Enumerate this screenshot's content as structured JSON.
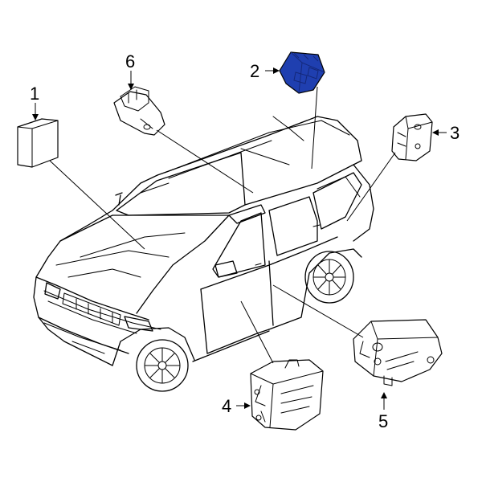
{
  "callouts": [
    {
      "id": "1",
      "label": "1"
    },
    {
      "id": "2",
      "label": "2"
    },
    {
      "id": "3",
      "label": "3"
    },
    {
      "id": "4",
      "label": "4"
    },
    {
      "id": "5",
      "label": "5"
    },
    {
      "id": "6",
      "label": "6"
    }
  ],
  "colors": {
    "highlight": "#1f3fb0",
    "highlight_dark": "#14287a",
    "ink": "#000000",
    "background": "#ffffff"
  },
  "highlighted_part": "2"
}
